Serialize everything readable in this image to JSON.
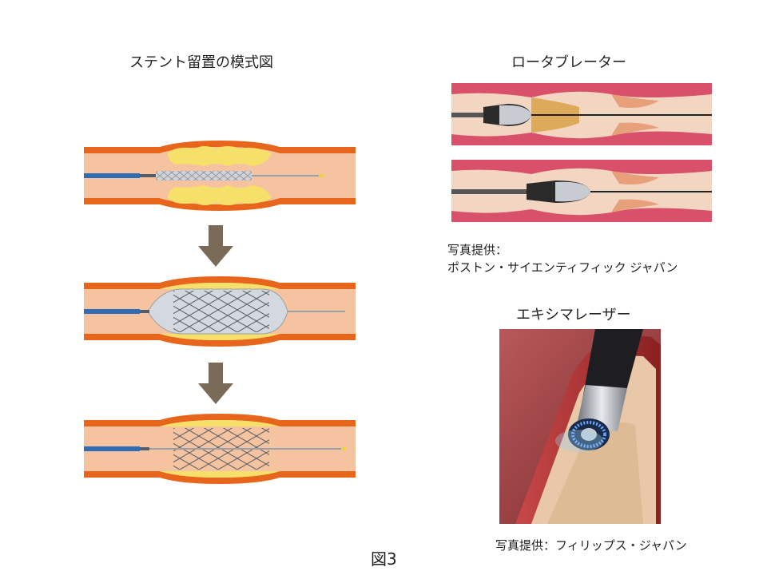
{
  "stent": {
    "title": "ステント留置の模式図"
  },
  "rotablator": {
    "title": "ロータブレーター",
    "credit_line1": "写真提供：",
    "credit_line2": "ポストン・サイエンティフィック ジャパン"
  },
  "excimer": {
    "title": "エキシマレーザー",
    "credit": "写真提供：フィリップス・ジャパン"
  },
  "figure_label": "図3",
  "colors": {
    "vessel_wall": "#e8661c",
    "vessel_inner": "#f5c3a0",
    "plaque": "#f7e06a",
    "catheter": "#2e6db3",
    "arrow": "#7a6a58",
    "balloon": "#d4d8df",
    "artery_red": "#d8506a"
  }
}
